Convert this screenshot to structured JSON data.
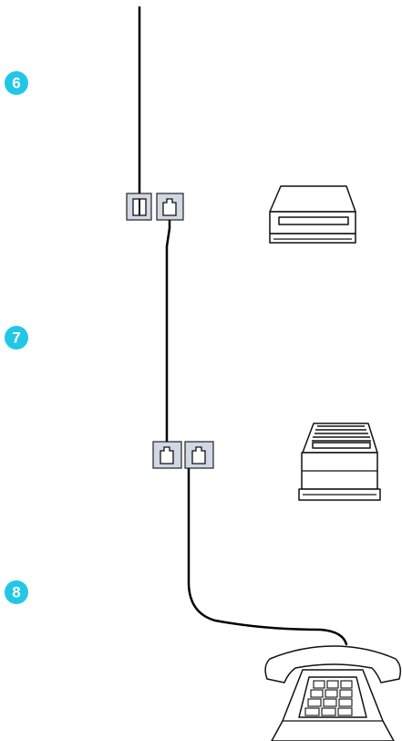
{
  "steps": [
    {
      "number": "6"
    },
    {
      "number": "7"
    },
    {
      "number": "8"
    }
  ],
  "colors": {
    "step_badge": "#22c7e8",
    "jack_plate": "#cfd8e3",
    "line": "#000000"
  },
  "icons": [
    "wall-jack-icon",
    "device-jack-icon",
    "modem-icon",
    "fax-machine-icon",
    "telephone-icon"
  ]
}
